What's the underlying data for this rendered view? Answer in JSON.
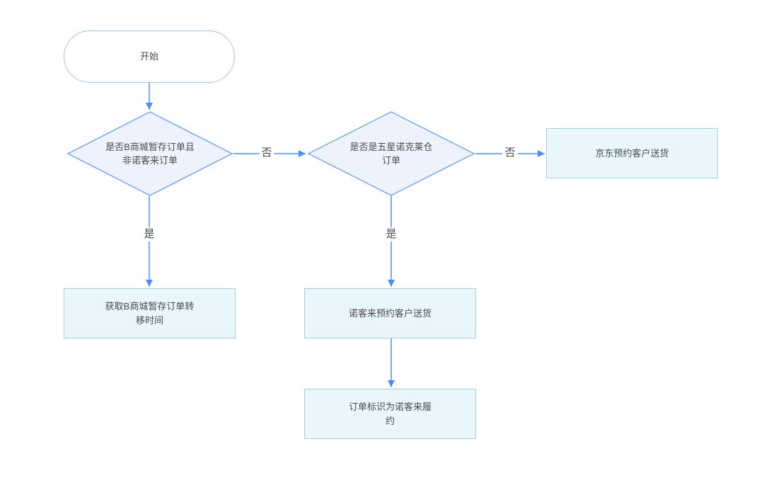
{
  "diagram": {
    "type": "flowchart",
    "colors": {
      "edge": "#4b8df2",
      "diamond_fill": "#eef2fc",
      "diamond_border": "#78a7ec",
      "rect_fill": "#e9f6fb",
      "rect_border": "#a9cfdf",
      "stadium_fill": "#ffffff",
      "stadium_border": "#a6c4e2",
      "node_text": "#4a4a4a",
      "canvas_bg": "#ffffff"
    },
    "nodes": {
      "start": {
        "type": "stadium",
        "label": "开始"
      },
      "decision_b_mall": {
        "type": "decision",
        "label": "是否B商城暂存订单且\n非诺客来订单"
      },
      "decision_warehouse": {
        "type": "decision",
        "label": "是否是五星诺克莱仓\n订单"
      },
      "jd_delivery": {
        "type": "process",
        "label": "京东预约客户送货"
      },
      "get_transfer_time": {
        "type": "process",
        "label": "获取B商城暂存订单转\n移时间"
      },
      "nokelai_delivery": {
        "type": "process",
        "label": "诺客来预约客户送货"
      },
      "order_flag": {
        "type": "process",
        "label": "订单标识为诺客来履\n约"
      }
    },
    "edge_labels": {
      "no1": "否",
      "no2": "否",
      "yes1": "是",
      "yes2": "是"
    }
  }
}
